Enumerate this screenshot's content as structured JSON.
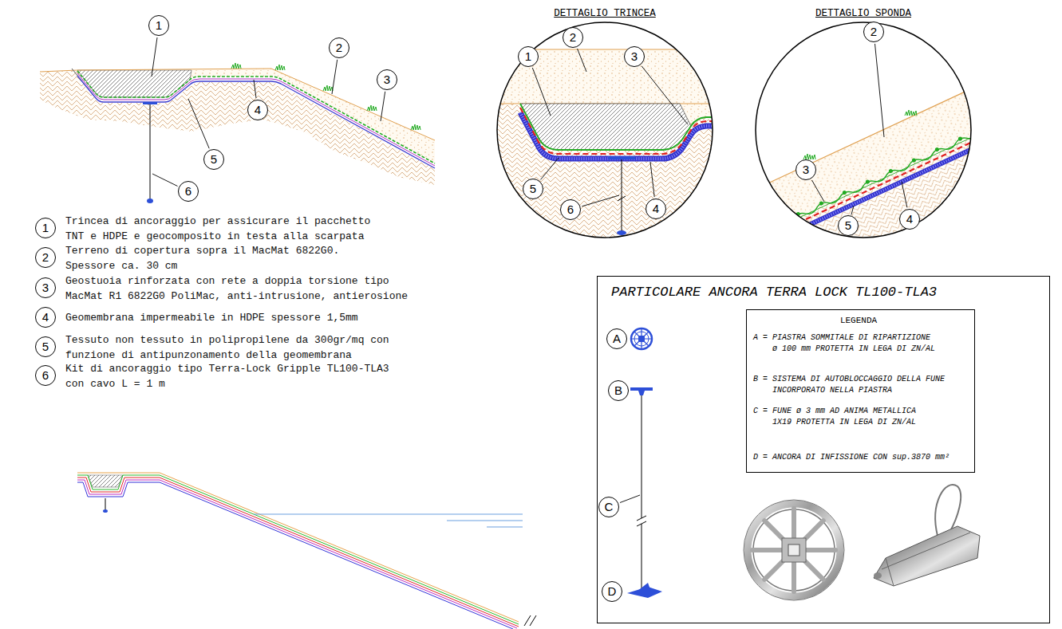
{
  "diagram": {
    "nodes": [
      {
        "text": [
          "PARTICOLARE ANCORA TERRA LOCK TL100-TLA3"
        ]
      },
      {
        "text": [
          "LEGENDA",
          "A = PIASTRA SOMMITALE DI RIPARTIZIONE ø 100 mm PROTETTA IN LEGA DI ZN/AL",
          "B = SISTEMA DI AUTOBLOCCAGGIO DELLA FUNE INCORPORATO NELLA PIASTRA",
          "C = FUNE ø 3 mm AD ANIMA METALLICA 1X19 PROTETTA IN LEGA DI ZN/AL",
          "D = ANCORA DI INFISSIONE CON sup.3870 mm²"
        ],
        "in": 0
      }
    ],
    "labels": [
      "1",
      "2",
      "3",
      "4",
      "5",
      "6",
      "1",
      "Trincea di ancoraggio per assicurare il pacchetto TNT e HDPE e geocomposito in testa alla scarpata",
      "2",
      "Terreno di copertura sopra il MacMat 6822G0. Spessore ca. 30 cm",
      "3",
      "Geostuoia rinforzata con rete a doppia torsione tipo MacMat R1 6822G0 PoliMac, anti-intrusione, antierosione",
      "4",
      "Geomembrana impermeabile in HDPE spessore 1,5mm",
      "5",
      "Tessuto non tessuto in polipropilene da 300gr/mq con funzione di antipunzonamento della geomembrana",
      "6",
      "Kit di ancoraggio tipo Terra-Lock Gripple TL100-TLA3 con cavo L = 1 m",
      "DETTAGLIO TRINCEA",
      "1",
      "2",
      "3",
      "5",
      "6",
      "4",
      "DETTAGLIO SPONDA",
      "2",
      "3",
      "5",
      "4",
      "A",
      "B",
      "C",
      "D"
    ]
  }
}
